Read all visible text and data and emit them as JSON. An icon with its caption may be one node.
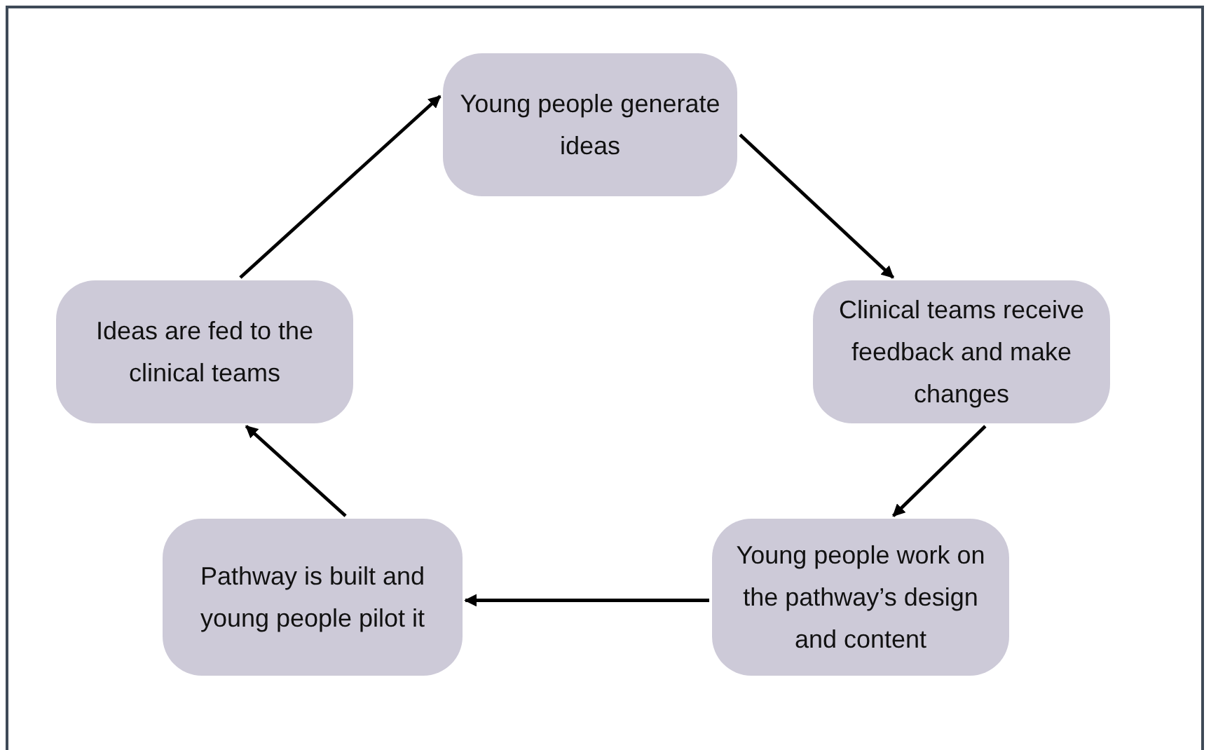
{
  "diagram": {
    "nodes": [
      {
        "text": [
          "Young people generate ideas"
        ]
      },
      {
        "text": [
          "Clinical teams receive feedback and make changes"
        ]
      },
      {
        "text": [
          "Young people work on the pathway’s design and content"
        ]
      },
      {
        "text": [
          "Pathway is built and young people pilot it"
        ]
      },
      {
        "text": [
          "Ideas are fed to the clinical teams"
        ]
      }
    ],
    "edges": [
      {
        "from": 0,
        "to": 1,
        "arrow": "to"
      },
      {
        "from": 1,
        "to": 2,
        "arrow": "to"
      },
      {
        "from": 2,
        "to": 3,
        "arrow": "to"
      },
      {
        "from": 3,
        "to": 4,
        "arrow": "to"
      },
      {
        "from": 4,
        "to": 0,
        "arrow": "to"
      }
    ]
  }
}
